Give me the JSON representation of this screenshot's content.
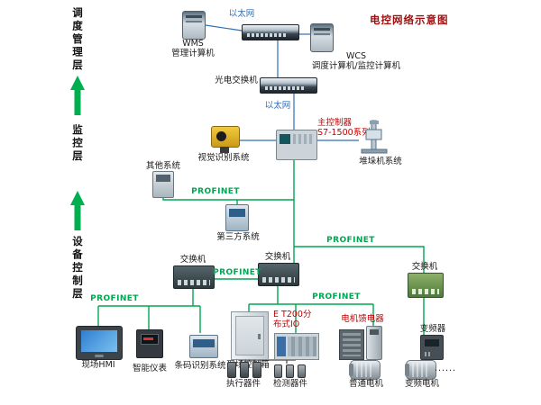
{
  "title": "电控网络示意图",
  "layers": {
    "l1": "调度管理层",
    "l2": "监控层",
    "l3": "设备控制层"
  },
  "net": {
    "ethernet_top": "以太网",
    "ethernet_mid": "以太网",
    "profinet": "PROFINET"
  },
  "nodes": {
    "wms_title": "WMS",
    "wms_sub": "管理计算机",
    "wcs_title": "WCS",
    "wcs_sub": "调度计算机/监控计算机",
    "optical_switch": "光电交换机",
    "plc_title": "主控制器",
    "plc_sub": "S7-1500系列",
    "vision": "视觉识别系统",
    "stacker": "堆垛机系统",
    "other_system": "其他系统",
    "third_party": "第三方系统",
    "switch": "交换机",
    "hmi": "现场HMI",
    "smart_meter": "智能仪表",
    "barcode": "条码识别系统",
    "control_box": "现场控制箱",
    "et200_line1": "E T200分",
    "et200_line2": "布式IO",
    "motor_feeder": "电机馈电器",
    "vfd": "变频器",
    "actuator": "执行器件",
    "detector": "检测器件",
    "motor": "普通电机",
    "vfd_motor": "变频电机",
    "ellipsis": "......"
  },
  "colors": {
    "profinet_green": "#00a651",
    "ethernet_blue": "#2e6fb7",
    "highlight_red": "#c00000",
    "arrow_green": "#00b050",
    "title_red": "#a01010"
  }
}
